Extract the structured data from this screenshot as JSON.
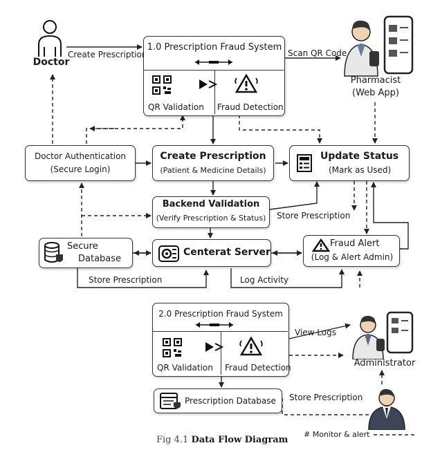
{
  "actors": {
    "doctor": "Doctor",
    "pharmacist": "Pharmacist",
    "pharmacist_sub": "(Web App)",
    "administrator": "Administrator"
  },
  "system1": {
    "title": "1.0 Prescription Fraud System",
    "qr": "QR Validation",
    "fraud": "Fraud Detection"
  },
  "system2": {
    "title": "2.0 Prescription Fraud System",
    "qr": "QR Validation",
    "fraud": "Fraud Detection"
  },
  "processes": {
    "doctor_auth": "Doctor Authentication",
    "doctor_auth_sub": "(Secure Login)",
    "create_prescription": "Create Prescription",
    "create_prescription_sub": "(Patient & Medicine Details)",
    "update_status": "Update Status",
    "update_status_sub": "(Mark as Used)",
    "backend_validation": "Backend Validation",
    "backend_validation_sub": "(Verify Prescription & Status)",
    "secure_db_line1": "Secure",
    "secure_db_line2": "Database",
    "central_server": "Centerat Server",
    "fraud_alert": "Fraud Alert",
    "fraud_alert_sub": "(Log & Alert Admin)",
    "prescription_db": "Prescription Database"
  },
  "flows": {
    "create_prescription": "Create Prescription",
    "scan_qr": "Scan QR Code",
    "store_prescription_right": "Store Prescription",
    "store_prescription_bottom": "Store Prescription",
    "log_activity": "Log Activity",
    "view_logs": "View Logs",
    "store_prescription_db": "Store Prescription",
    "monitor_alert": "# Monitor & alert"
  },
  "caption": {
    "prefix": "Fig 4.1",
    "title": "Data Flow Diagram"
  }
}
